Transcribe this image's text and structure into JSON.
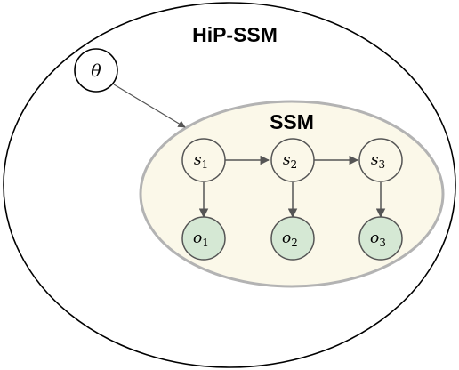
{
  "diagram": {
    "outer_title": "HiP-SSM",
    "inner_title": "SSM",
    "theta_node": {
      "label": "θ"
    },
    "state_nodes": [
      {
        "base": "s",
        "sub": "1"
      },
      {
        "base": "s",
        "sub": "2"
      },
      {
        "base": "s",
        "sub": "3"
      }
    ],
    "observation_nodes": [
      {
        "base": "o",
        "sub": "1"
      },
      {
        "base": "o",
        "sub": "2"
      },
      {
        "base": "o",
        "sub": "3"
      }
    ],
    "colors": {
      "inner_fill": "#fbf8e9",
      "inner_stroke": "#b3b3b3",
      "state_fill": "#fbf8e9",
      "observation_fill": "#d5e8d4",
      "node_stroke": "#555555",
      "arrow": "#555555"
    }
  }
}
